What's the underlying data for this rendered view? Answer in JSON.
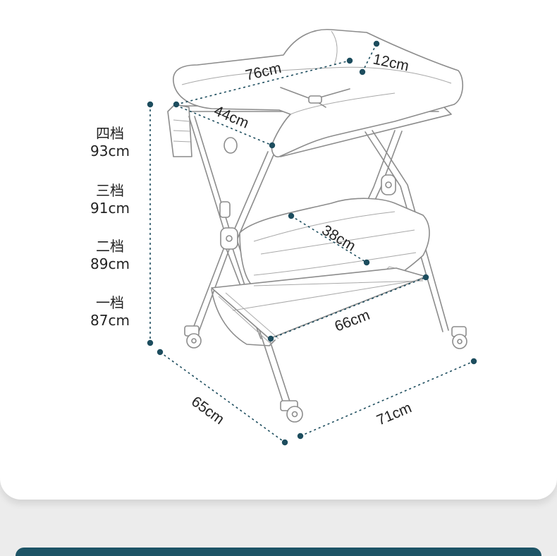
{
  "dimensions": {
    "top_length": "76cm",
    "top_width": "44cm",
    "rail_height": "12cm",
    "lower_tray": "38cm",
    "basket_length": "66cm",
    "depth": "65cm",
    "width": "71cm"
  },
  "height_levels": [
    {
      "name": "四档",
      "value": "93cm"
    },
    {
      "name": "三档",
      "value": "91cm"
    },
    {
      "name": "二档",
      "value": "89cm"
    },
    {
      "name": "一档",
      "value": "87cm"
    }
  ],
  "colors": {
    "dimension_line": "#1d4d5e",
    "product_line": "#8c8c8c",
    "card_background": "#ffffff",
    "page_background": "#ececec"
  }
}
